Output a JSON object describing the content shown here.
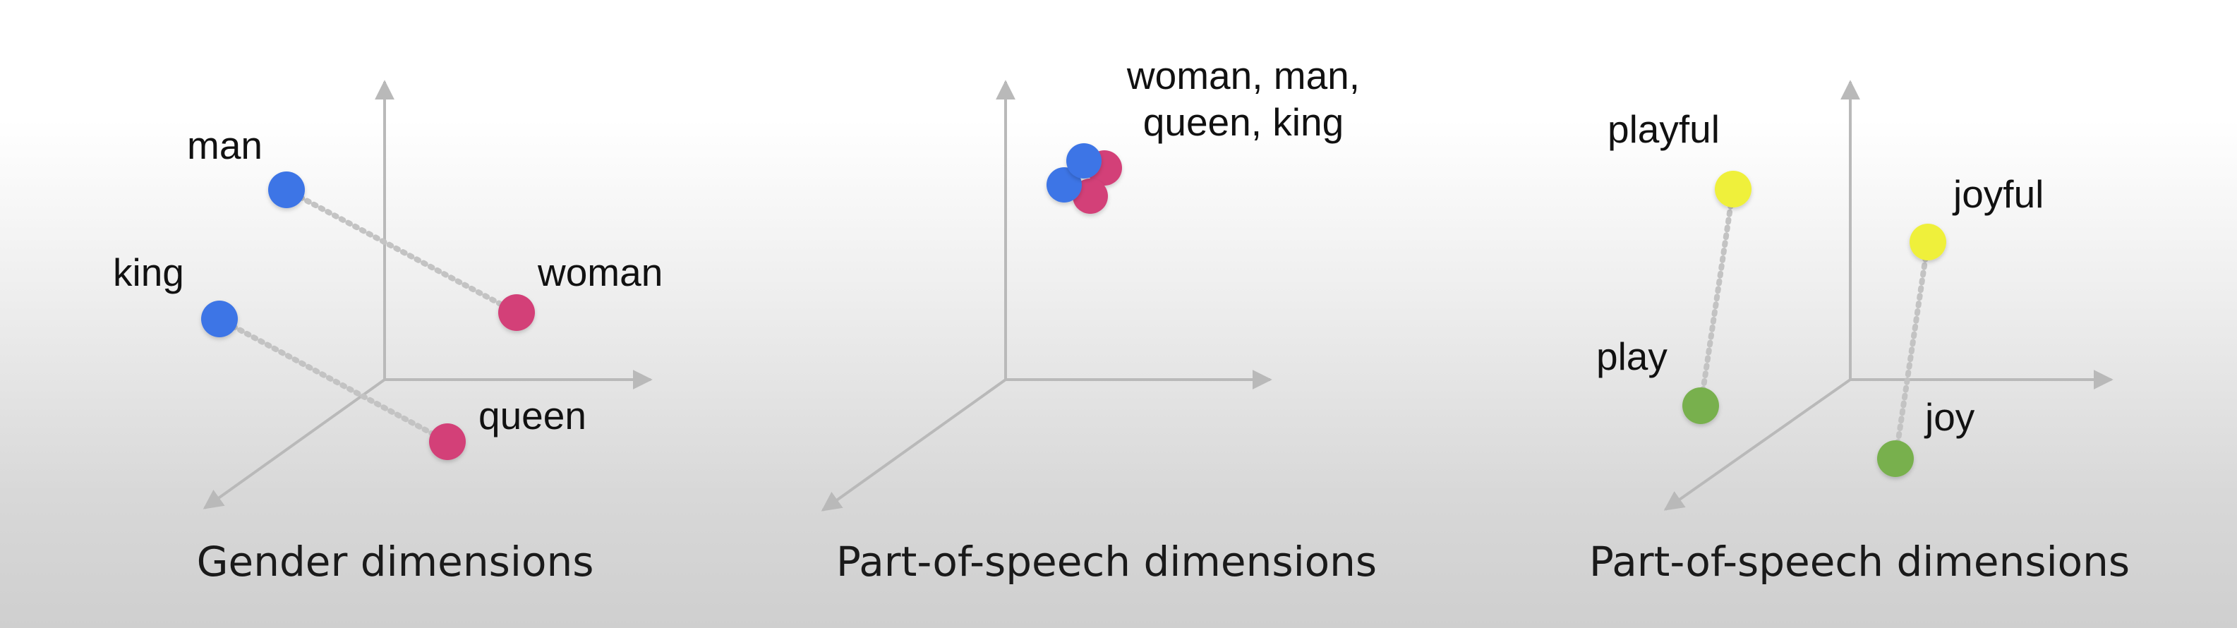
{
  "colors": {
    "axis": "#b9b9b9",
    "link": "#c3c3c3",
    "blue": "#3d75e6",
    "pink": "#d33f78",
    "yellow": "#eff03a",
    "green": "#78b04e"
  },
  "panels": [
    {
      "caption": "Gender dimensions",
      "labels": {
        "man": "man",
        "woman": "woman",
        "king": "king",
        "queen": "queen"
      }
    },
    {
      "caption": "Part-of-speech dimensions",
      "cluster_label": {
        "line1": "woman, man,",
        "line2": "queen, king"
      }
    },
    {
      "caption": "Part-of-speech dimensions",
      "labels": {
        "playful": "playful",
        "play": "play",
        "joyful": "joyful",
        "joy": "joy"
      }
    }
  ]
}
